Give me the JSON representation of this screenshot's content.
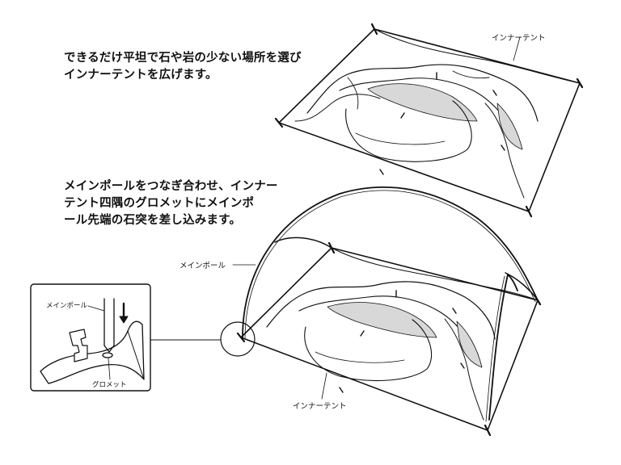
{
  "step1": {
    "line1": "できるだけ平坦で石や岩の少ない場所を選び",
    "line2": "インナーテントを広げます。"
  },
  "step2": {
    "line1": "メインポールをつなぎ合わせ、インナー",
    "line2": "テント四隅のグロメットにメインポ",
    "line3": "ール先端の石突を差し込みます。"
  },
  "labels": {
    "inner_tent_top": "インナーテント",
    "main_pole": "メインポール",
    "inset_main_pole": "メインポール",
    "grommet": "グロメット",
    "inner_tent_bottom": "インナーテント"
  }
}
